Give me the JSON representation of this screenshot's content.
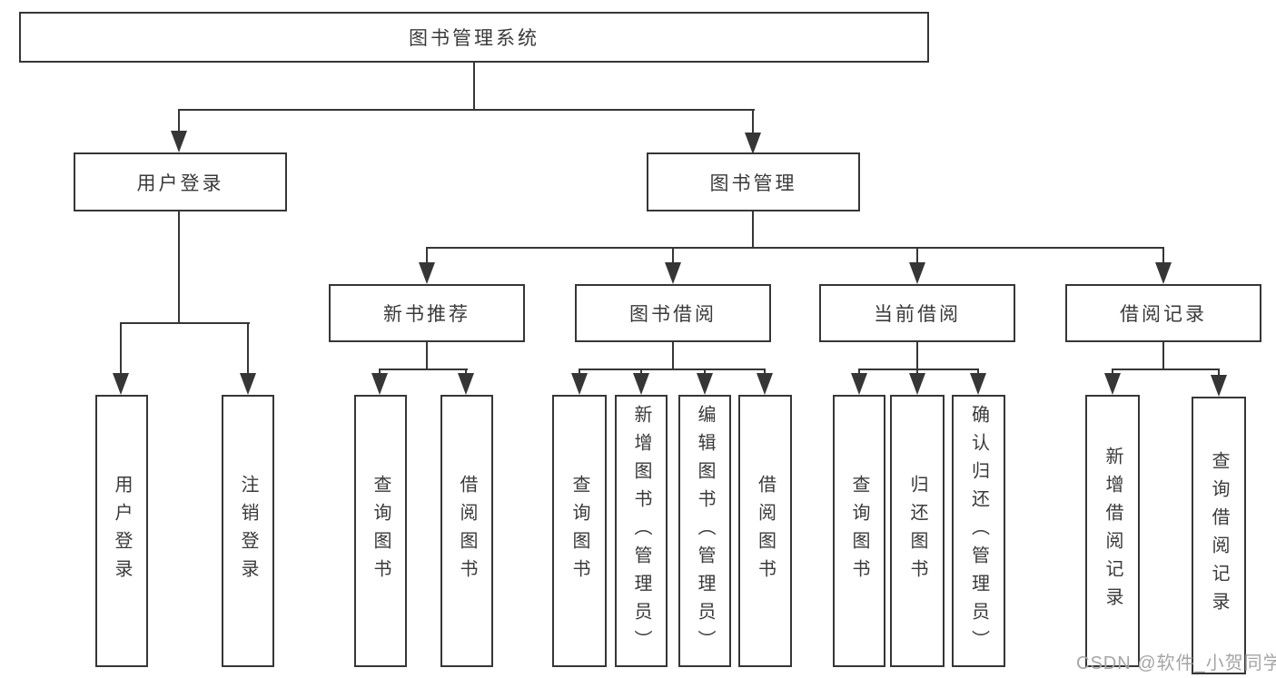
{
  "page": {
    "background": "#ffffff",
    "line_color": "#363636",
    "text_color": "#3a3a3a",
    "watermark_color": "#a5a5a5"
  },
  "nodes": {
    "root": {
      "label": "图书管理系统"
    },
    "branches": [
      {
        "id": "user-login",
        "label": "用户登录",
        "children": [
          {
            "label": "用户登录"
          },
          {
            "label": "注销登录"
          }
        ]
      },
      {
        "id": "book-management",
        "label": "图书管理",
        "children": [
          {
            "id": "new-book-recommend",
            "label": "新书推荐",
            "children": [
              {
                "label": "查询图书"
              },
              {
                "label": "借阅图书"
              }
            ]
          },
          {
            "id": "book-borrow",
            "label": "图书借阅",
            "children": [
              {
                "label": "查询图书"
              },
              {
                "label": "新增图书（管理员）"
              },
              {
                "label": "编辑图书（管理员）"
              },
              {
                "label": "借阅图书"
              }
            ]
          },
          {
            "id": "current-borrow",
            "label": "当前借阅",
            "children": [
              {
                "label": "查询图书"
              },
              {
                "label": "归还图书"
              },
              {
                "label": "确认归还（管理员）"
              }
            ]
          },
          {
            "id": "borrow-records",
            "label": "借阅记录",
            "children": [
              {
                "label": "新增借阅记录"
              },
              {
                "label": "查询借阅记录"
              }
            ]
          }
        ]
      }
    ]
  },
  "watermark": {
    "text": "CSDN @软件_小贺同学"
  }
}
